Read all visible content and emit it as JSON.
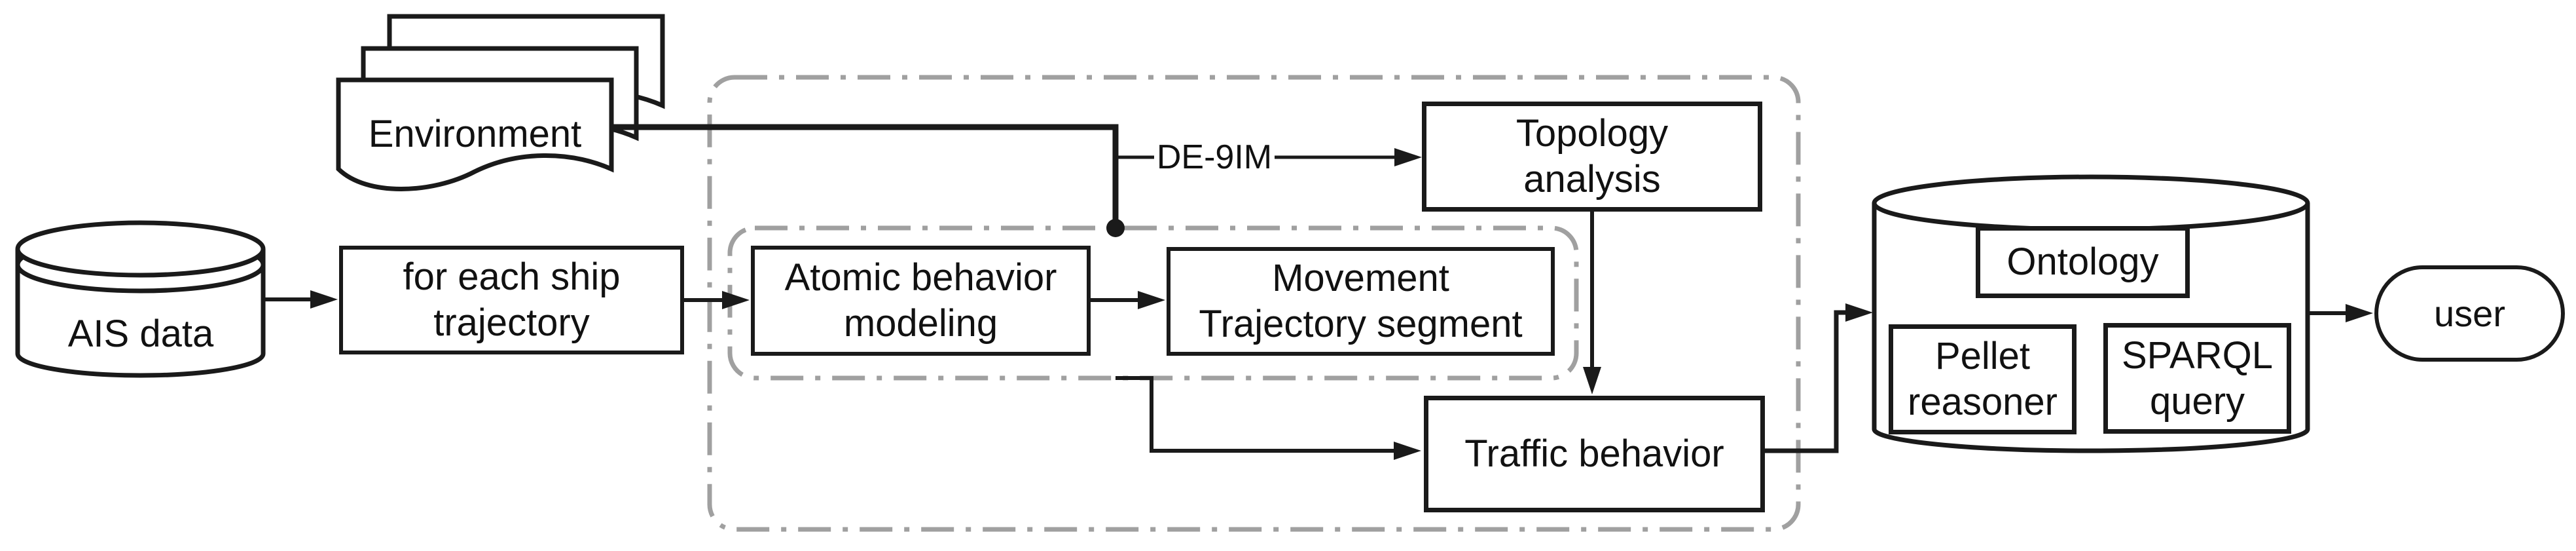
{
  "figure": {
    "type": "flowchart",
    "background": "#ffffff",
    "colors": {
      "line": "#1a1a1a",
      "container_dash": "#a0a0a0",
      "text": "#111111",
      "node_fill": "#ffffff"
    },
    "nodes": {
      "ais_data": {
        "label": "AIS data",
        "shape": "cylinder"
      },
      "environment": {
        "label": "Environment",
        "shape": "document-stack"
      },
      "for_each_ship": {
        "line1": "for each ship",
        "line2": "trajectory",
        "shape": "rect"
      },
      "atomic_behavior": {
        "line1": "Atomic behavior",
        "line2": "modeling",
        "shape": "rect"
      },
      "movement_segment": {
        "line1": "Movement",
        "line2": "Trajectory segment",
        "shape": "rect"
      },
      "topology_analysis": {
        "line1": "Topology",
        "line2": "analysis",
        "shape": "rect"
      },
      "traffic_behavior": {
        "label": "Traffic behavior",
        "shape": "rect"
      },
      "ontology": {
        "label": "Ontology",
        "shape": "rect"
      },
      "pellet_reasoner": {
        "line1": "Pellet",
        "line2": "reasoner",
        "shape": "rect"
      },
      "sparql_query": {
        "line1": "SPARQL",
        "line2": "query",
        "shape": "rect"
      },
      "knowledge_base": {
        "shape": "cylinder"
      },
      "user": {
        "label": "user",
        "shape": "stadium"
      }
    },
    "edge_labels": {
      "de9im": "DE-9IM"
    },
    "containers": {
      "outer_dashed_group": "processing pipeline (dash-dot border)",
      "inner_dashed_group": "atomic behavior / movement segment (dash-dot border)"
    }
  }
}
